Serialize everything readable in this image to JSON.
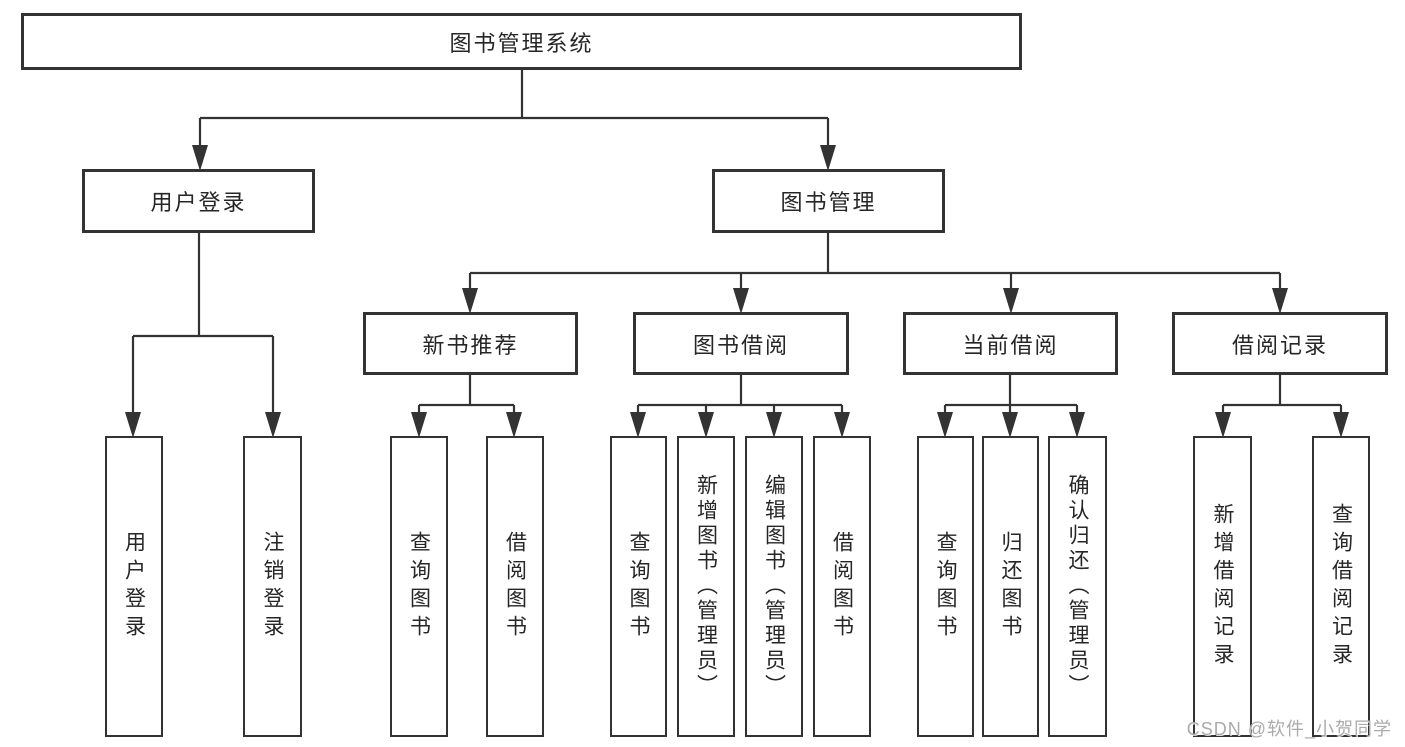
{
  "diagram": {
    "type": "hierarchy-flowchart",
    "colors": {
      "line": "#333333",
      "box_border": "#333333",
      "text": "#262626",
      "background": "#ffffff",
      "watermark": "#ababab"
    },
    "watermark": "CSDN @软件_小贺同学",
    "nodes": {
      "root": {
        "label": "图书管理系统"
      },
      "user_login": {
        "label": "用户登录"
      },
      "book_management": {
        "label": "图书管理"
      },
      "new_book_recommend": {
        "label": "新书推荐"
      },
      "book_borrowing": {
        "label": "图书借阅"
      },
      "current_borrowing": {
        "label": "当前借阅"
      },
      "borrowing_records": {
        "label": "借阅记录"
      },
      "leaf_user_login": {
        "label": "用户登录"
      },
      "leaf_logout": {
        "label": "注销登录"
      },
      "leaf_recommend_query_books": {
        "label": "查询图书"
      },
      "leaf_recommend_borrow_books": {
        "label": "借阅图书"
      },
      "leaf_borrowing_query_books": {
        "label": "查询图书"
      },
      "leaf_borrowing_add_books": {
        "label": "新增图书（管理员）"
      },
      "leaf_borrowing_edit_books": {
        "label": "编辑图书（管理员）"
      },
      "leaf_borrowing_borrow_books": {
        "label": "借阅图书"
      },
      "leaf_current_query_books": {
        "label": "查询图书"
      },
      "leaf_current_return_books": {
        "label": "归还图书"
      },
      "leaf_current_confirm_return": {
        "label": "确认归还（管理员）"
      },
      "leaf_records_add_record": {
        "label": "新增借阅记录"
      },
      "leaf_records_query_record": {
        "label": "查询借阅记录"
      }
    }
  }
}
